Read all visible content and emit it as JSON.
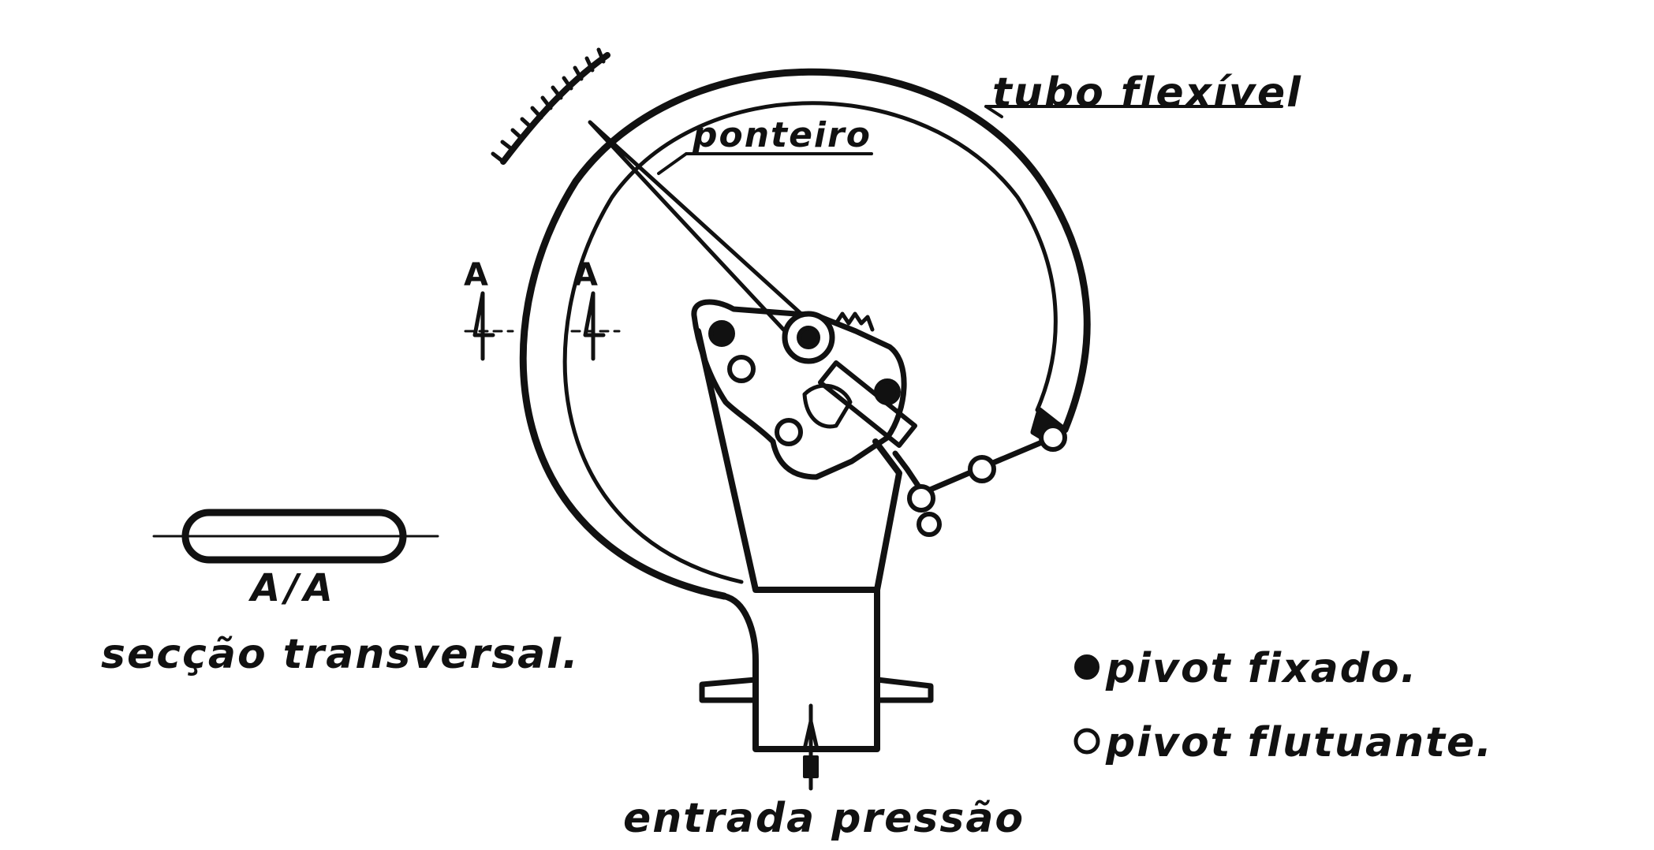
{
  "diagram": {
    "labels": {
      "tubo": "tubo flexível",
      "ponteiro": "ponteiro",
      "section_mark": "A",
      "section_title": "A/A",
      "section_caption": "secção transversal.",
      "pivot_fixed": "pivot fixado.",
      "pivot_floating": "pivot flutuante.",
      "pressure_inlet": "entrada pressão"
    },
    "colors": {
      "ink": "#111111",
      "paper": "#ffffff"
    }
  }
}
